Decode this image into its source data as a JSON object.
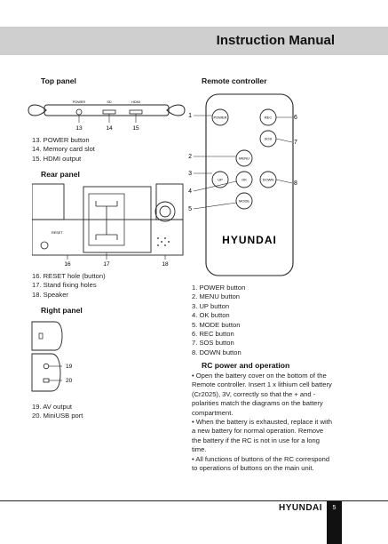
{
  "header": {
    "title": "Instruction Manual"
  },
  "top_panel": {
    "title": "Top panel",
    "labels": {
      "power": "POWER",
      "card": "SD",
      "hdmi": "HDMI"
    },
    "callouts": [
      "13",
      "14",
      "15"
    ],
    "items": [
      "13. POWER button",
      "14. Memory card slot",
      "15. HDMI output"
    ]
  },
  "rear_panel": {
    "title": "Rear panel",
    "labels": {
      "reset": "RESET"
    },
    "callouts": [
      "16",
      "17",
      "18"
    ],
    "items": [
      "16. RESET hole (button)",
      "17. Stand fixing holes",
      "18. Speaker"
    ]
  },
  "right_panel": {
    "title": "Right panel",
    "callouts": [
      "19",
      "20"
    ],
    "items": [
      "19. AV output",
      "20. MiniUSB port"
    ]
  },
  "remote": {
    "title": "Remote controller",
    "buttons": {
      "power": "POWER",
      "rec": "REC",
      "sos": "SOS",
      "menu": "MENU",
      "up": "UP",
      "ok": "OK",
      "down": "DOWN",
      "mode": "MODE"
    },
    "brand": "HYUNDAI",
    "callouts": [
      "1",
      "2",
      "3",
      "4",
      "5",
      "6",
      "7",
      "8"
    ],
    "items": [
      "1. POWER button",
      "2. MENU button",
      "3. UP button",
      "4. OK button",
      "5. MODE button",
      "6. REC button",
      "7. SOS button",
      "8. DOWN button"
    ]
  },
  "rc_power": {
    "title": "RC power and operation",
    "paragraphs": [
      "• Open the battery cover on the bottom of the Remote controller. Insert 1 x lithium cell battery (Cr2025), 3V, correctly so that the + and - polarities match the diagrams on the battery compartment.",
      "• When the battery is exhausted, replace it with a new battery for normal operation. Remove the battery if the RC is not in use for a long time.",
      "• All functions of buttons of the RC correspond to operations of buttons on the main unit."
    ]
  },
  "footer": {
    "brand": "HYUNDAI",
    "page": "5"
  }
}
